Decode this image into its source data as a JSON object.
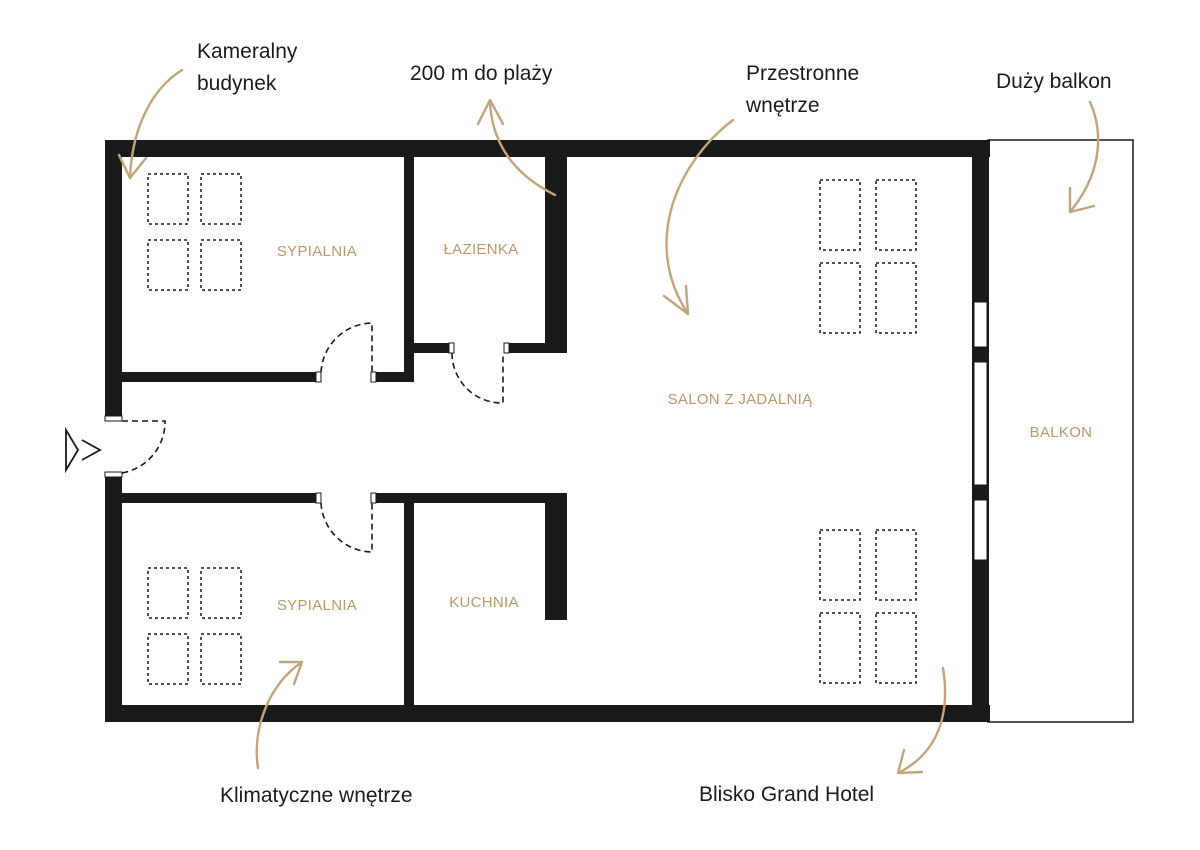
{
  "annotations": {
    "kameralny_line1": "Kameralny",
    "kameralny_line2": "budynek",
    "plaza": "200 m do plaży",
    "przestronne_line1": "Przestronne",
    "przestronne_line2": "wnętrze",
    "balkon_duzy": "Duży balkon",
    "klimatyczne": "Klimatyczne wnętrze",
    "grand_hotel": "Blisko Grand Hotel"
  },
  "rooms": {
    "sypialnia_top": "SYPIALNIA",
    "lazienka": "ŁAZIENKA",
    "salon": "SALON Z JADALNIĄ",
    "balkon": "BALKON",
    "sypialnia_bottom": "SYPIALNIA",
    "kuchnia": "KUCHNIA"
  },
  "colors": {
    "wall": "#1a1a1a",
    "accent": "#b8976b",
    "arrow": "#c2a57c"
  }
}
